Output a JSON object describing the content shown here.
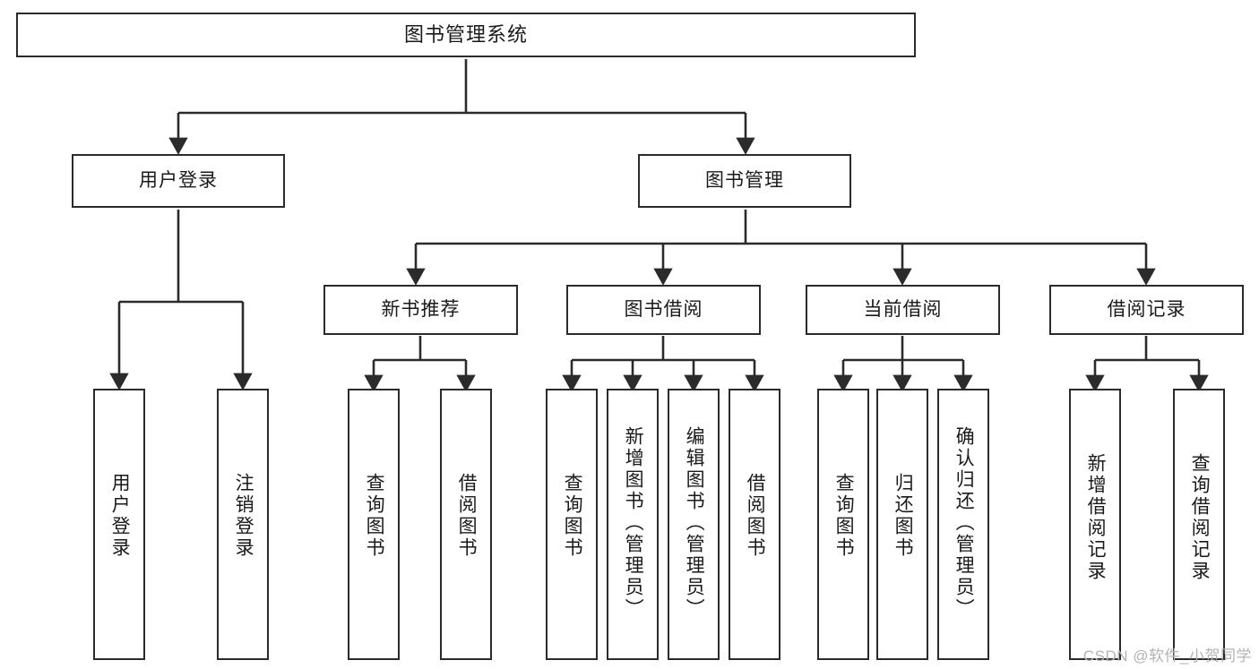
{
  "diagram": {
    "title": "图书管理系统",
    "type": "tree-hierarchy-chart",
    "stroke_color": "#2b2b2b",
    "background_color": "#ffffff",
    "text_color": "#1a1a1a"
  },
  "nodes": {
    "root": {
      "label": "图书管理系统"
    },
    "level2": [
      {
        "id": "user-login",
        "label": "用户登录"
      },
      {
        "id": "book-manage",
        "label": "图书管理"
      }
    ],
    "level3": [
      {
        "id": "new-book-recommend",
        "label": "新书推荐"
      },
      {
        "id": "book-borrow",
        "label": "图书借阅"
      },
      {
        "id": "current-borrow",
        "label": "当前借阅"
      },
      {
        "id": "borrow-record",
        "label": "借阅记录"
      }
    ],
    "leaves": {
      "user_login": [
        {
          "id": "leaf-user-login",
          "label": "用户登录"
        },
        {
          "id": "leaf-logout-login",
          "label": "注销登录"
        }
      ],
      "new_book_recommend": [
        {
          "id": "leaf-query-book-1",
          "label": "查询图书"
        },
        {
          "id": "leaf-borrow-book-1",
          "label": "借阅图书"
        }
      ],
      "book_borrow": [
        {
          "id": "leaf-query-book-2",
          "label": "查询图书"
        },
        {
          "id": "leaf-add-book",
          "label": "新增图书（管理员）"
        },
        {
          "id": "leaf-edit-book",
          "label": "编辑图书（管理员）"
        },
        {
          "id": "leaf-borrow-book-2",
          "label": "借阅图书"
        }
      ],
      "current_borrow": [
        {
          "id": "leaf-query-book-3",
          "label": "查询图书"
        },
        {
          "id": "leaf-return-book",
          "label": "归还图书"
        },
        {
          "id": "leaf-confirm-return",
          "label": "确认归还（管理员）"
        }
      ],
      "borrow_record": [
        {
          "id": "leaf-add-record",
          "label": "新增借阅记录"
        },
        {
          "id": "leaf-query-record",
          "label": "查询借阅记录"
        }
      ]
    }
  },
  "watermark": {
    "text": "CSDN @软件_小贺同学"
  }
}
